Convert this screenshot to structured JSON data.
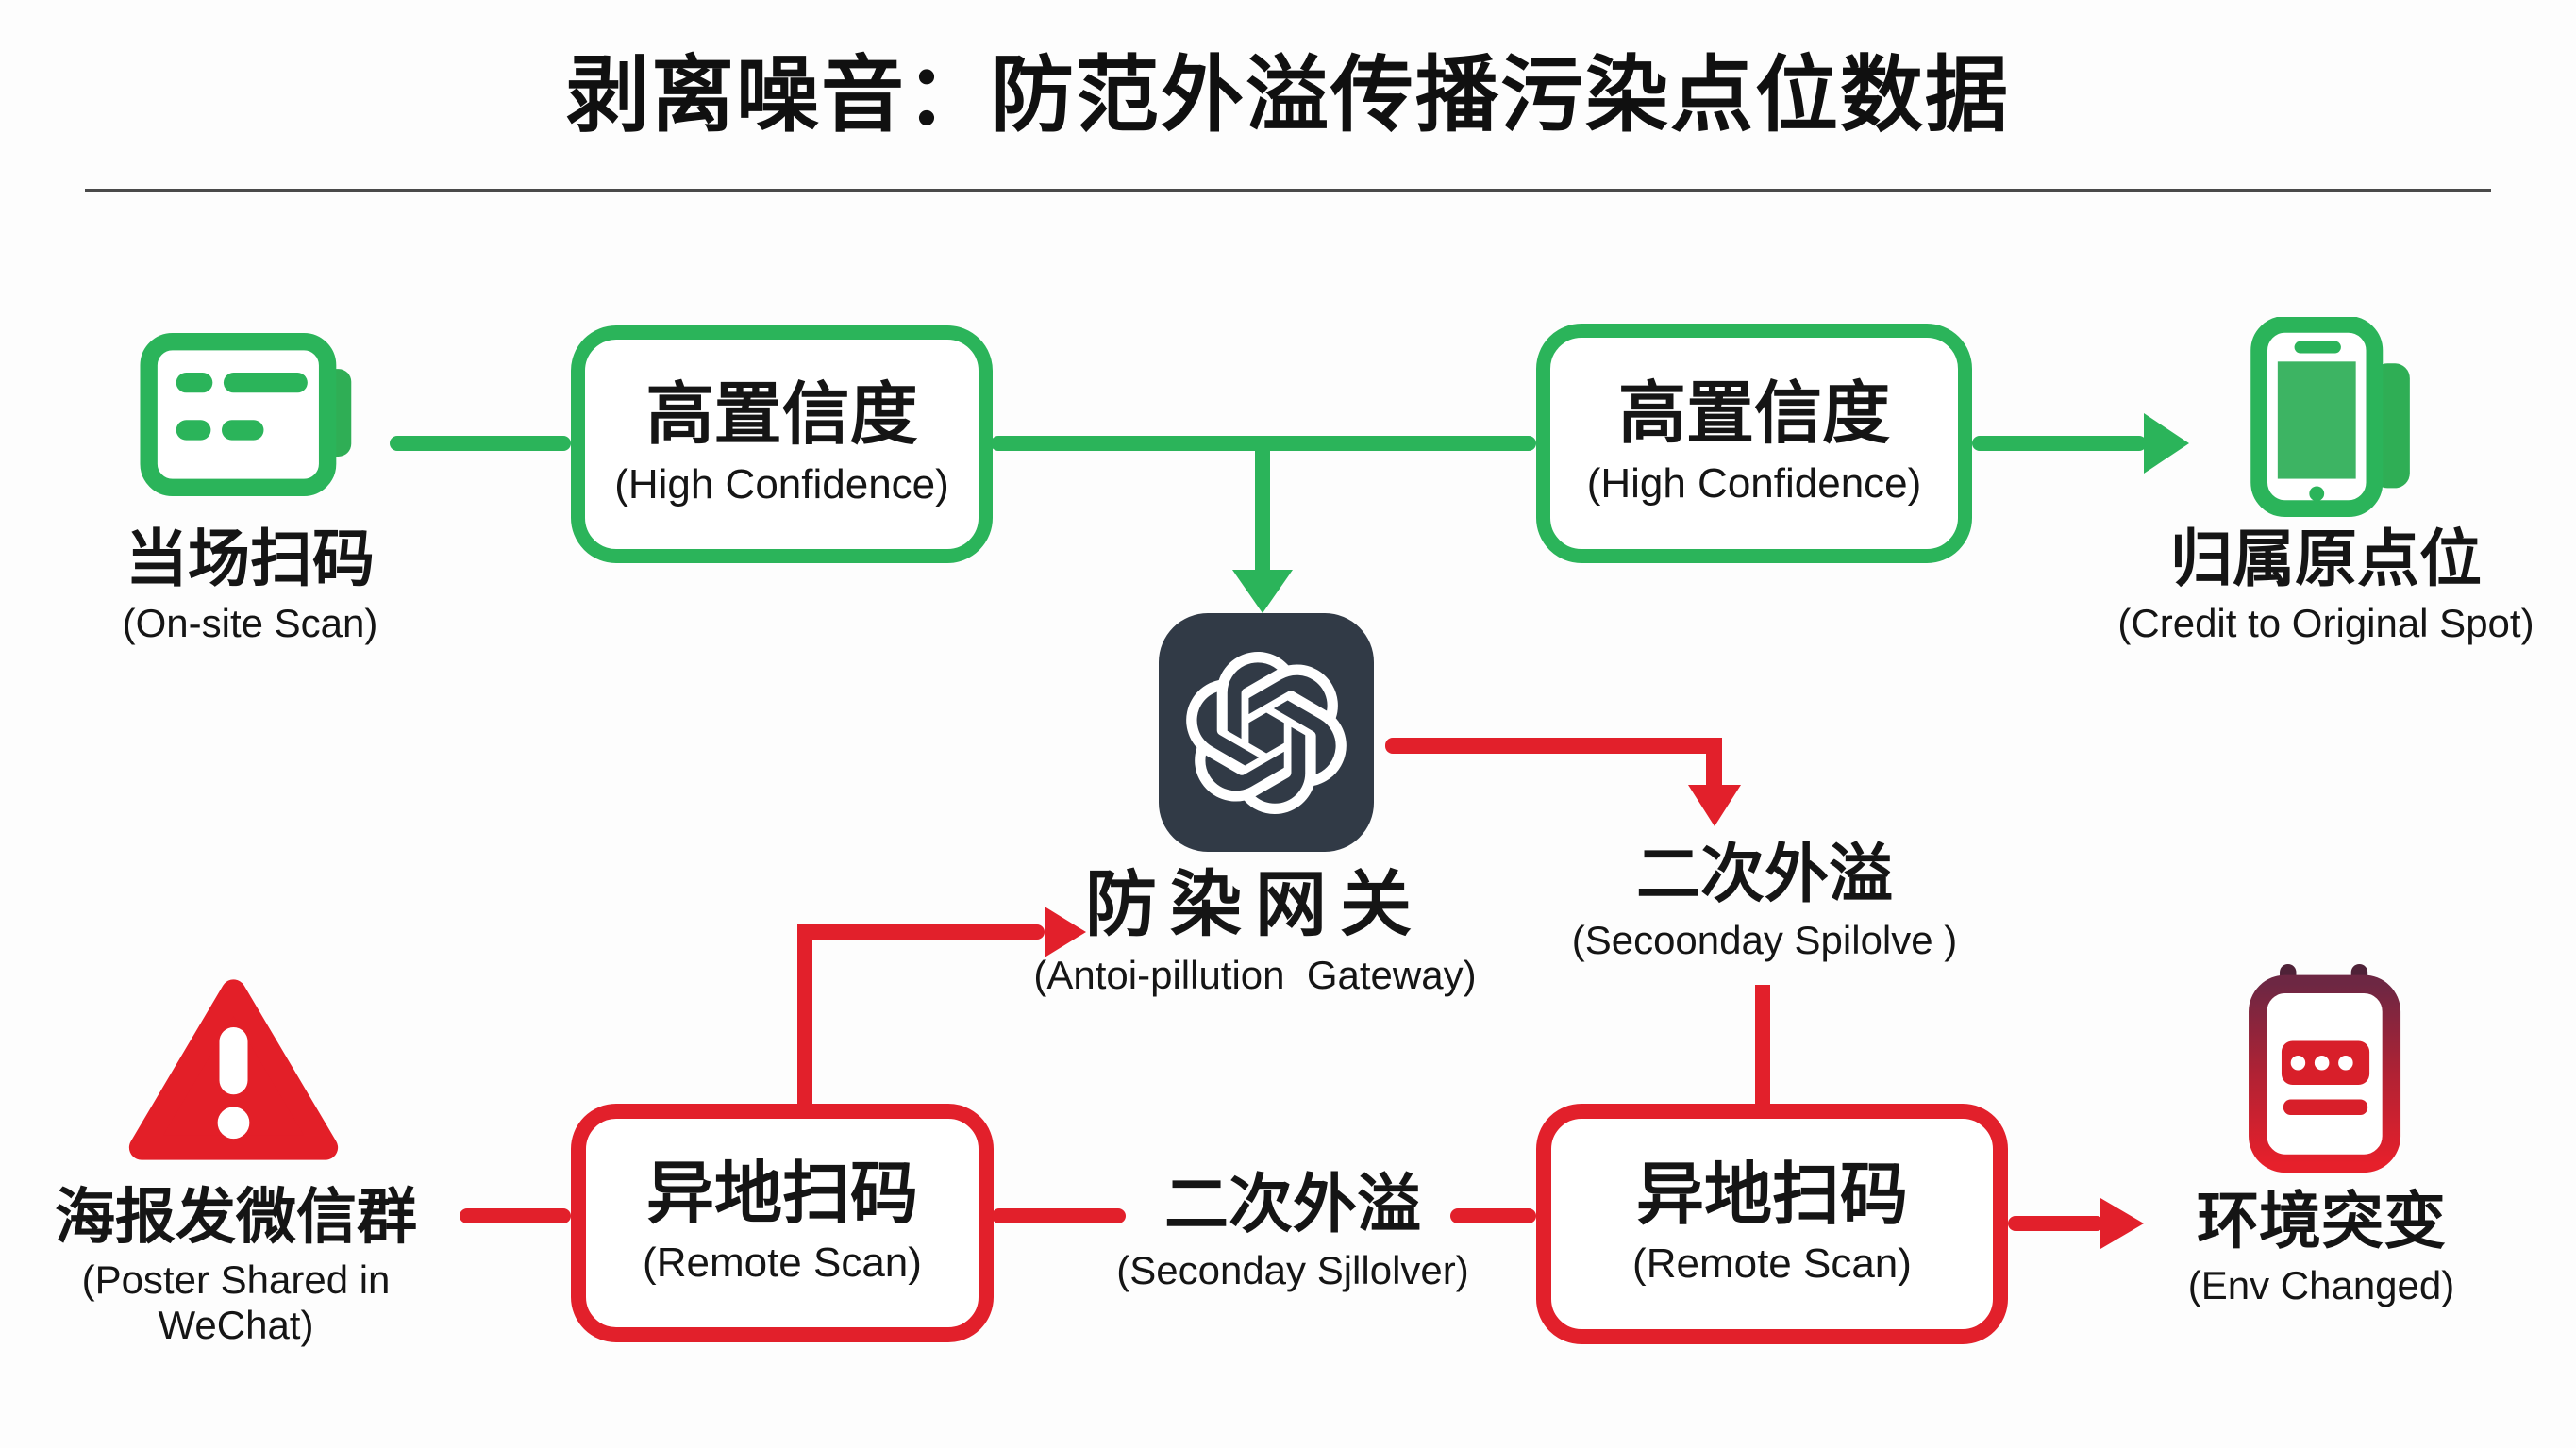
{
  "title": "剥离噪音：防范外溢传播污染点位数据",
  "colors": {
    "green": "#2bb45a",
    "red": "#e2202b",
    "dark": "#313a46",
    "ink": "#151515"
  },
  "nodes": {
    "on_site_scan": {
      "zh": "当场扫码",
      "en": "(On-site Scan)",
      "icon": "video-card-icon"
    },
    "high_confidence_1": {
      "zh": "高置信度",
      "en": "(High Confidence)"
    },
    "high_confidence_2": {
      "zh": "高置信度",
      "en": "(High Confidence)"
    },
    "credit_original_spot": {
      "zh": "归属原点位",
      "en": "(Credit to Original Spot)",
      "icon": "smartphone-icon"
    },
    "gateway": {
      "zh": "防染网关",
      "en": "(Antoi-pillution  Gateway)",
      "icon": "openai-logo-icon"
    },
    "secondary_spill_upper": {
      "zh": "二次外溢",
      "en": "(Secoonday Spilolve )"
    },
    "poster_wechat": {
      "zh": "海报发微信群",
      "en": "(Poster Shared in WeChat)",
      "icon": "warning-triangle-icon"
    },
    "remote_scan_1": {
      "zh": "异地扫码",
      "en": "(Remote Scan)"
    },
    "secondary_spill_lower": {
      "zh": "二次外溢",
      "en": "(Seconday Sjllolver)"
    },
    "remote_scan_2": {
      "zh": "异地扫码",
      "en": "(Remote Scan)"
    },
    "env_changed": {
      "zh": "环境突变",
      "en": "(Env Changed)",
      "icon": "meter-icon"
    }
  },
  "edges": [
    {
      "from": "on_site_scan",
      "to": "high_confidence_1",
      "color": "green"
    },
    {
      "from": "high_confidence_1",
      "to": "high_confidence_2",
      "color": "green"
    },
    {
      "from": "high_confidence_1",
      "to": "gateway",
      "color": "green"
    },
    {
      "from": "high_confidence_2",
      "to": "credit_original_spot",
      "color": "green"
    },
    {
      "from": "gateway",
      "to": "secondary_spill_upper",
      "color": "red"
    },
    {
      "from": "secondary_spill_upper",
      "to": "remote_scan_2",
      "color": "red"
    },
    {
      "from": "poster_wechat",
      "to": "remote_scan_1",
      "color": "red"
    },
    {
      "from": "remote_scan_1",
      "to": "gateway",
      "color": "red"
    },
    {
      "from": "remote_scan_1",
      "to": "secondary_spill_lower",
      "color": "red"
    },
    {
      "from": "secondary_spill_lower",
      "to": "remote_scan_2",
      "color": "red"
    },
    {
      "from": "remote_scan_2",
      "to": "env_changed",
      "color": "red"
    }
  ]
}
